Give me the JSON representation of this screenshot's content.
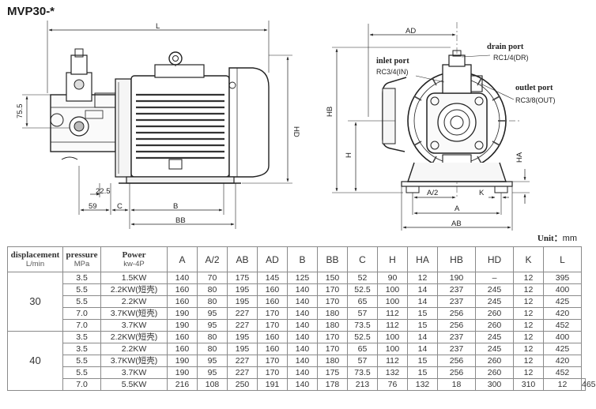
{
  "title": "MVP30-*",
  "side_view": {
    "dims": {
      "L": "L",
      "HD": "HD",
      "d75": "75.5",
      "d22": "22.5",
      "d59": "59",
      "C": "C",
      "B": "B",
      "BB": "BB"
    }
  },
  "front_view": {
    "ports": {
      "drain_title": "drain port",
      "drain_spec": "RC1/4(DR)",
      "inlet_title": "inlet port",
      "inlet_spec": "RC3/4(IN)",
      "outlet_title": "outlet port",
      "outlet_spec": "RC3/8(OUT)"
    },
    "dims": {
      "AD": "AD",
      "HB": "HB",
      "H": "H",
      "HA": "HA",
      "A2": "A/2",
      "K": "K",
      "A": "A",
      "AB": "AB"
    }
  },
  "unit": {
    "label": "Unit：",
    "value": "mm"
  },
  "table": {
    "headers": {
      "displacement": "displacement",
      "displacement_unit": "L/min",
      "pressure": "pressure",
      "pressure_unit": "MPa",
      "power": "Power",
      "power_unit": "kw-4P",
      "cols": [
        "A",
        "A/2",
        "AB",
        "AD",
        "B",
        "BB",
        "C",
        "H",
        "HA",
        "HB",
        "HD",
        "K",
        "L"
      ]
    },
    "groups": [
      {
        "displacement": "30",
        "rows": [
          [
            "3.5",
            "1.5KW",
            "140",
            "70",
            "175",
            "145",
            "125",
            "150",
            "52",
            "90",
            "12",
            "190",
            "–",
            "12",
            "395"
          ],
          [
            "5.5",
            "2.2KW(短壳)",
            "160",
            "80",
            "195",
            "160",
            "140",
            "170",
            "52.5",
            "100",
            "14",
            "237",
            "245",
            "12",
            "400"
          ],
          [
            "5.5",
            "2.2KW",
            "160",
            "80",
            "195",
            "160",
            "140",
            "170",
            "65",
            "100",
            "14",
            "237",
            "245",
            "12",
            "425"
          ],
          [
            "7.0",
            "3.7KW(短壳)",
            "190",
            "95",
            "227",
            "170",
            "140",
            "180",
            "57",
            "112",
            "15",
            "256",
            "260",
            "12",
            "420"
          ],
          [
            "7.0",
            "3.7KW",
            "190",
            "95",
            "227",
            "170",
            "140",
            "180",
            "73.5",
            "112",
            "15",
            "256",
            "260",
            "12",
            "452"
          ]
        ]
      },
      {
        "displacement": "40",
        "rows": [
          [
            "3.5",
            "2.2KW(短壳)",
            "160",
            "80",
            "195",
            "160",
            "140",
            "170",
            "52.5",
            "100",
            "14",
            "237",
            "245",
            "12",
            "400"
          ],
          [
            "3.5",
            "2.2KW",
            "160",
            "80",
            "195",
            "160",
            "140",
            "170",
            "65",
            "100",
            "14",
            "237",
            "245",
            "12",
            "425"
          ],
          [
            "5.5",
            "3.7KW(短壳)",
            "190",
            "95",
            "227",
            "170",
            "140",
            "180",
            "57",
            "112",
            "15",
            "256",
            "260",
            "12",
            "420"
          ],
          [
            "5.5",
            "3.7KW",
            "190",
            "95",
            "227",
            "170",
            "140",
            "175",
            "73.5",
            "132",
            "15",
            "256",
            "260",
            "12",
            "452"
          ],
          [
            "7.0",
            "5.5KW",
            "216",
            "108",
            "250",
            "191",
            "140",
            "178",
            "213",
            "76",
            "132",
            "18",
            "300",
            "310",
            "12",
            "465"
          ]
        ]
      }
    ]
  }
}
